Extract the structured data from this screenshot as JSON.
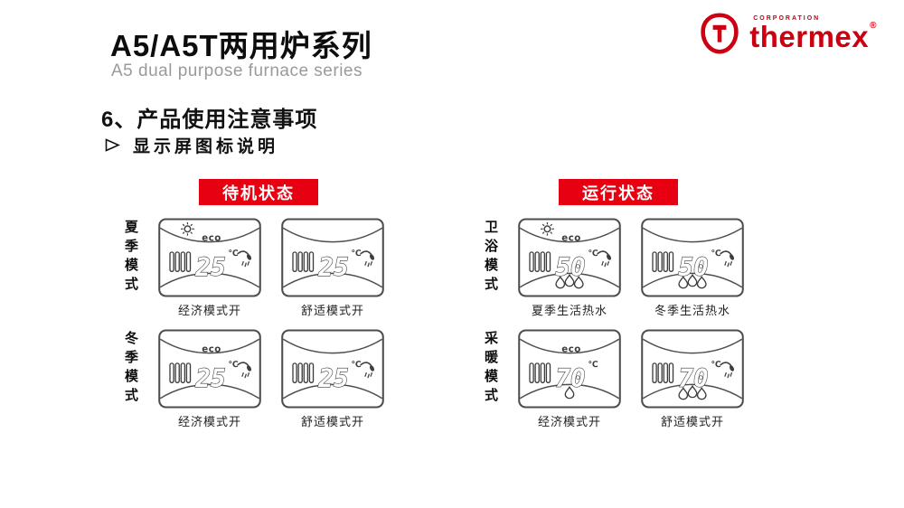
{
  "header": {
    "title": "A5/A5T两用炉系列",
    "subtitle": "A5 dual purpose furnace series",
    "logo": {
      "corporation": "CORPORATION",
      "brand": "thermex",
      "registered": "®"
    }
  },
  "section": {
    "heading": "6、产品使用注意事项",
    "bullet": "显示屏图标说明"
  },
  "lcd": {
    "eco": "eco",
    "unit": "℃"
  },
  "panels": [
    {
      "banner": "待机状态",
      "rows": [
        {
          "mode": "夏季模式",
          "screens": [
            {
              "caption": "经济模式开",
              "temp": "25",
              "icons": [
                "sun-icon",
                "eco-indicator",
                "radiator-icon",
                "shower-icon"
              ]
            },
            {
              "caption": "舒适模式开",
              "temp": "25",
              "icons": [
                "radiator-icon",
                "shower-icon"
              ]
            }
          ]
        },
        {
          "mode": "冬季模式",
          "screens": [
            {
              "caption": "经济模式开",
              "temp": "25",
              "icons": [
                "eco-indicator",
                "radiator-icon",
                "shower-icon"
              ]
            },
            {
              "caption": "舒适模式开",
              "temp": "25",
              "icons": [
                "radiator-icon",
                "shower-icon"
              ]
            }
          ]
        }
      ]
    },
    {
      "banner": "运行状态",
      "rows": [
        {
          "mode": "卫浴模式",
          "screens": [
            {
              "caption": "夏季生活热水",
              "temp": "50",
              "icons": [
                "sun-icon",
                "eco-indicator",
                "radiator-icon",
                "shower-icon",
                "flame-icon-x3"
              ]
            },
            {
              "caption": "冬季生活热水",
              "temp": "50",
              "icons": [
                "radiator-icon",
                "shower-icon",
                "flame-icon-x3"
              ]
            }
          ]
        },
        {
          "mode": "采暖模式",
          "screens": [
            {
              "caption": "经济模式开",
              "temp": "70",
              "icons": [
                "eco-indicator",
                "radiator-icon",
                "flame-icon"
              ]
            },
            {
              "caption": "舒适模式开",
              "temp": "70",
              "icons": [
                "radiator-icon",
                "shower-icon",
                "flame-icon-x3"
              ]
            }
          ]
        }
      ]
    }
  ],
  "colors": {
    "accent_red": "#e60012",
    "logo_red": "#cc0010",
    "subtitle_gray": "#9a9a9a"
  }
}
